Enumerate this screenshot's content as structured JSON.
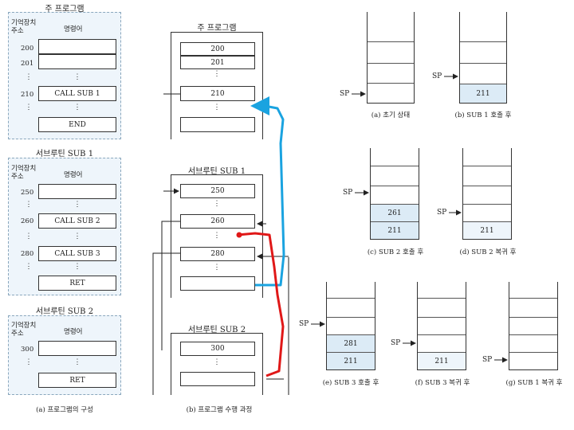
{
  "left": {
    "main": {
      "title": "주 프로그램",
      "hdr_addr": "기억장치\n주소",
      "hdr_instr": "명령어",
      "rows": [
        {
          "addr": "200",
          "instr": ""
        },
        {
          "addr": "201",
          "instr": ""
        },
        {
          "addr": "⋮",
          "instr": "⋮"
        },
        {
          "addr": "210",
          "instr": "CALL SUB 1"
        },
        {
          "addr": "⋮",
          "instr": "⋮"
        },
        {
          "addr": "",
          "instr": "END"
        }
      ]
    },
    "sub1": {
      "title": "서브루틴 SUB 1",
      "hdr_addr": "기억장치\n주소",
      "hdr_instr": "명령어",
      "rows": [
        {
          "addr": "250",
          "instr": ""
        },
        {
          "addr": "⋮",
          "instr": "⋮"
        },
        {
          "addr": "260",
          "instr": "CALL SUB 2"
        },
        {
          "addr": "⋮",
          "instr": "⋮"
        },
        {
          "addr": "280",
          "instr": "CALL SUB 3"
        },
        {
          "addr": "⋮",
          "instr": "⋮"
        },
        {
          "addr": "",
          "instr": "RET"
        }
      ]
    },
    "sub2": {
      "title": "서브루틴 SUB 2",
      "hdr_addr": "기억장치\n주소",
      "hdr_instr": "명령어",
      "rows": [
        {
          "addr": "300",
          "instr": ""
        },
        {
          "addr": "⋮",
          "instr": "⋮"
        },
        {
          "addr": "",
          "instr": "RET"
        }
      ]
    },
    "caption": "(a) 프로그램의 구성"
  },
  "middle": {
    "main": {
      "title": "주 프로그램",
      "cells": [
        "200",
        "201",
        "⋮",
        "210",
        "⋮",
        ""
      ]
    },
    "sub1": {
      "title": "서브루틴 SUB 1",
      "cells": [
        "250",
        "⋮",
        "260",
        "⋮",
        "280",
        "⋮",
        ""
      ]
    },
    "sub2": {
      "title": "서브루틴 SUB 2",
      "cells": [
        "300",
        "⋮",
        ""
      ]
    },
    "caption": "(b) 프로그램 수행 과정",
    "colors": {
      "return_main": "#1aa3e0",
      "return_sub2": "#e01818"
    }
  },
  "stacks": {
    "sp_label": "SP",
    "items": [
      {
        "caption": "(a) 초기 상태",
        "values": []
      },
      {
        "caption": "(b) SUB 1 호출 후",
        "values": [
          "211"
        ]
      },
      {
        "caption": "(c) SUB 2 호출 후",
        "values": [
          "211",
          "261"
        ]
      },
      {
        "caption": "(d) SUB 2 복귀 후",
        "values": [
          "211"
        ]
      },
      {
        "caption": "(e) SUB 3 호출 후",
        "values": [
          "211",
          "281"
        ]
      },
      {
        "caption": "(f) SUB 3 복귀 후",
        "values": [
          "211"
        ]
      },
      {
        "caption": "(g) SUB 1 복귀 후",
        "values": []
      }
    ]
  }
}
